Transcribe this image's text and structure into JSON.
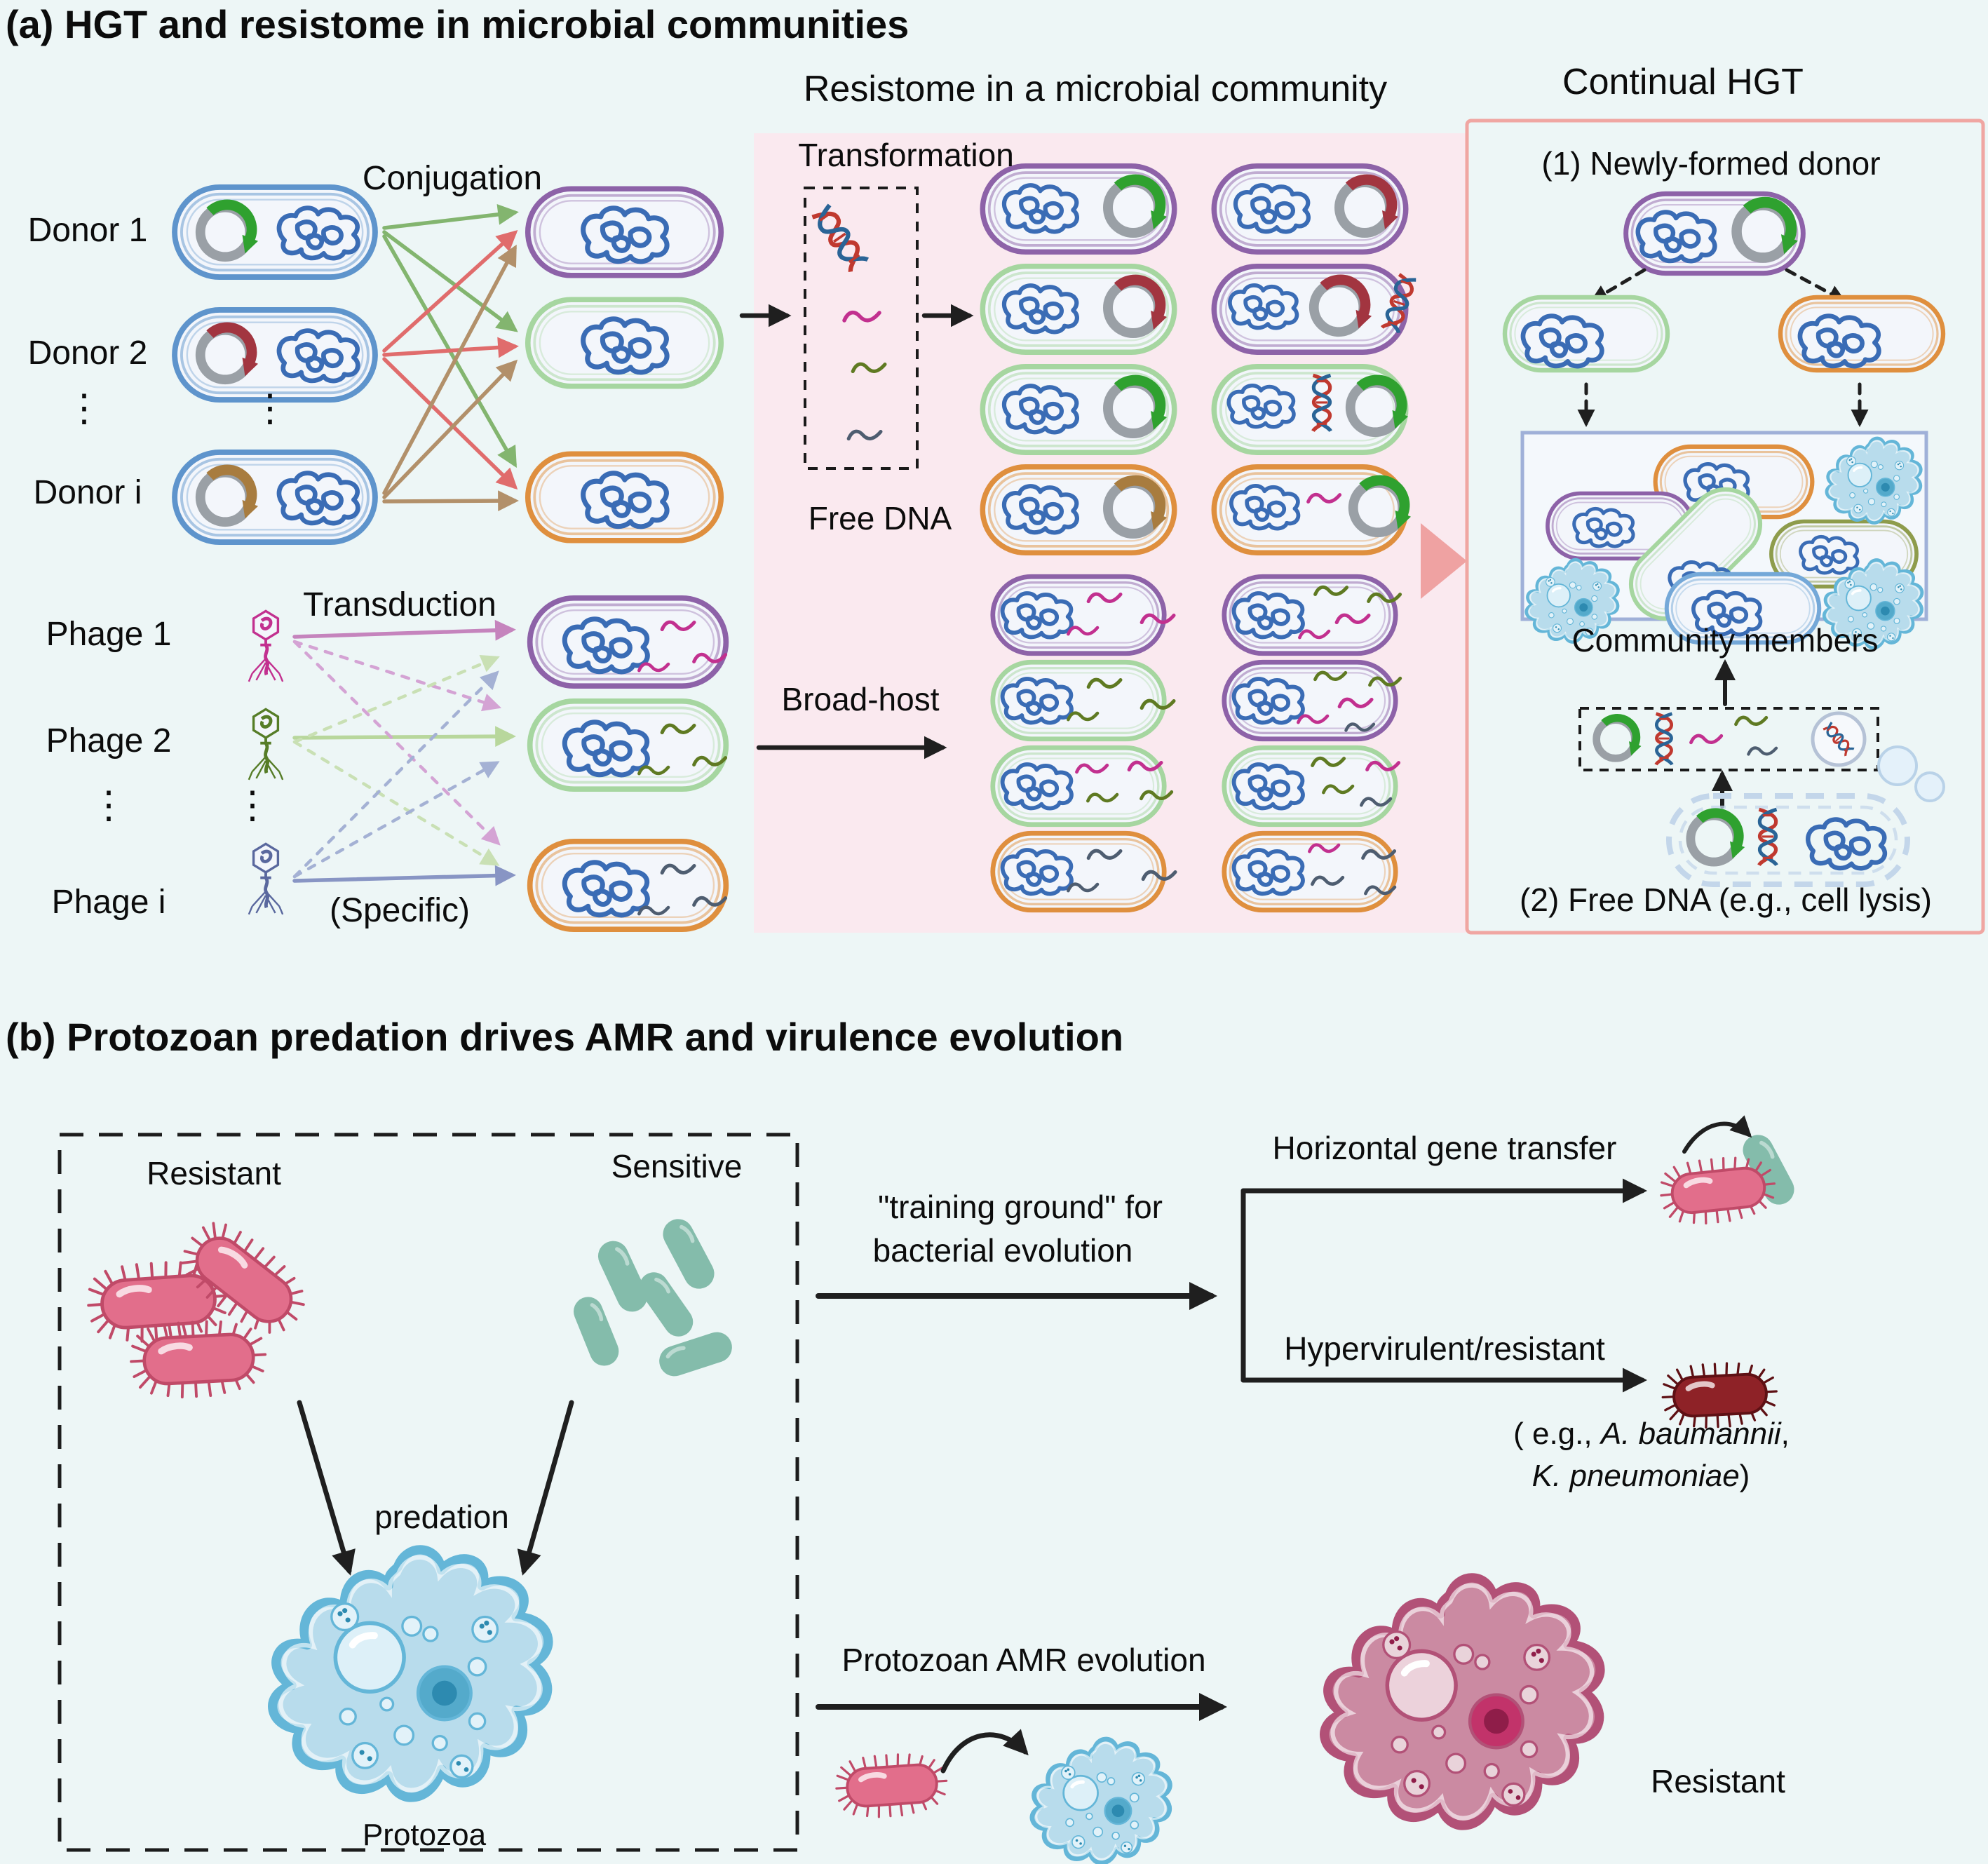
{
  "colors": {
    "background": "#edf6f6",
    "resistome_panel_bg": "#fae9ef",
    "continual_panel_border": "#f0a6a2",
    "community_box_border": "#9fb0d8",
    "donor_cell": "#5e94cc",
    "purple_cell": "#8d62a8",
    "green_cell": "#a6d6a0",
    "orange_cell": "#df8f3e",
    "olive_cell": "#8e9c4c",
    "blue_cell": "#74a8d8",
    "plasmid_ring": "#9aa0a6",
    "gene_green": "#2fa12f",
    "gene_red": "#a23540",
    "gene_brown": "#a87c3f",
    "gene_pink": "#c2308f",
    "gene_olive": "#5f7a22",
    "gene_slate": "#4e5d70",
    "chromosome": "#3a6cb5",
    "protozoa_blue": "#b8dcec",
    "protozoa_pink": "#cb8aa2",
    "resistant_bacteria": "#e26e8b",
    "sensitive_bacteria": "#84bcab",
    "hypervirulent_bacteria": "#8e2227"
  },
  "panel_a": {
    "title": "(a) HGT and resistome in microbial communities",
    "resistome_title": "Resistome in a microbial community",
    "continual_title": "Continual HGT",
    "conjugation": {
      "label": "Conjugation",
      "donors": [
        "Donor 1",
        "Donor 2",
        "Donor i"
      ],
      "dots": "⋮"
    },
    "transduction": {
      "label": "Transduction",
      "specific": "(Specific)",
      "phages": [
        "Phage 1",
        "Phage 2",
        "Phage i"
      ],
      "dots": "⋮"
    },
    "resistome_panel": {
      "transformation": "Transformation",
      "free_dna": "Free DNA",
      "broad_host": "Broad-host"
    },
    "continual_panel": {
      "step1": "(1) Newly-formed donor",
      "community": "Community members",
      "step2": "(2) Free DNA (e.g., cell lysis)"
    }
  },
  "panel_b": {
    "title": "(b) Protozoan predation drives AMR and virulence evolution",
    "resistant": "Resistant",
    "sensitive": "Sensitive",
    "predation": "predation",
    "protozoa": "Protozoa",
    "training_line1": "\"training ground\" for",
    "training_line2": "bacterial evolution",
    "hgt": "Horizontal gene transfer",
    "hypervirulent": "Hypervirulent/resistant",
    "eg_prefix": "( e.g., ",
    "eg_species1": "A. baumannii",
    "eg_mid": ",",
    "eg_species2": "K. pneumoniae",
    "eg_suffix": ")",
    "amr_evolution": "Protozoan AMR evolution",
    "resistant2": "Resistant"
  }
}
